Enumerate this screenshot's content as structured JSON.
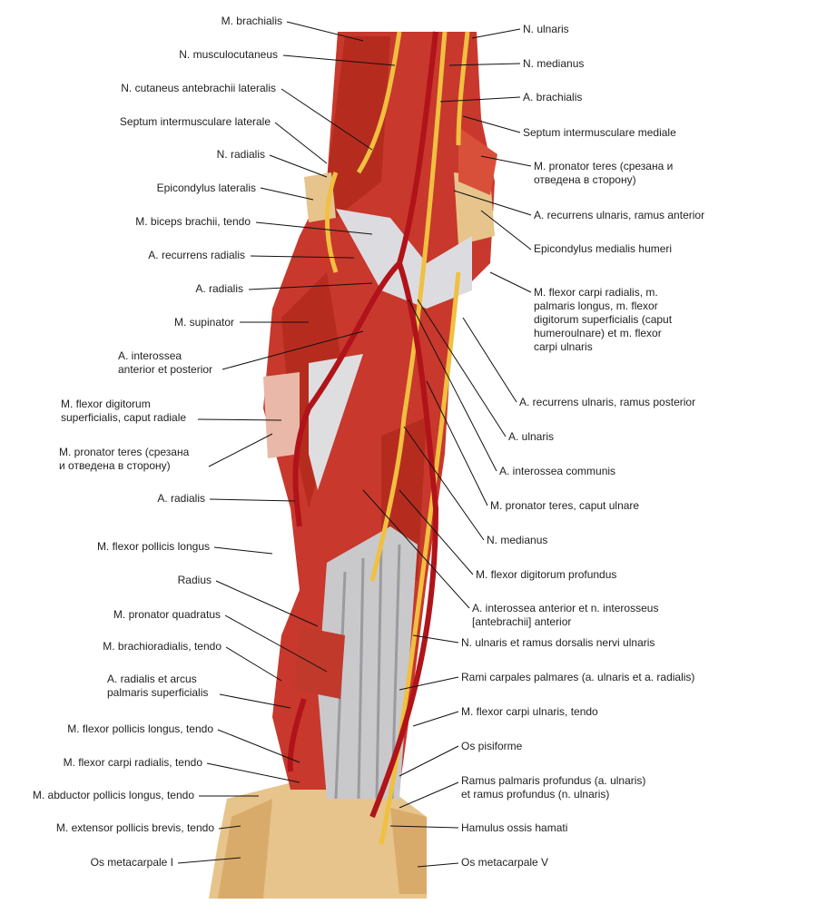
{
  "left_labels": [
    [
      "M. brachialis"
    ],
    [
      "N. musculocutaneus"
    ],
    [
      "N. cutaneus antebrachii lateralis"
    ],
    [
      "Septum intermusculare laterale"
    ],
    [
      "N. radialis"
    ],
    [
      "Epicondylus lateralis"
    ],
    [
      "M. biceps brachii, tendo"
    ],
    [
      "A. recurrens radialis"
    ],
    [
      "A. radialis"
    ],
    [
      "M. supinator"
    ],
    [
      "A. interossea",
      "anterior et posterior"
    ],
    [
      "M. flexor digitorum",
      "superficialis, caput radiale"
    ],
    [
      "M. pronator teres (срезана",
      "и отведена в сторону)"
    ],
    [
      "A. radialis"
    ],
    [
      "M. flexor pollicis longus"
    ],
    [
      "Radius"
    ],
    [
      "M. pronator quadratus"
    ],
    [
      "M. brachioradialis, tendo"
    ],
    [
      "A. radialis et arcus",
      "palmaris superficialis"
    ],
    [
      "M. flexor pollicis longus, tendo"
    ],
    [
      "M. flexor carpi radialis, tendo"
    ],
    [
      "M. abductor pollicis longus, tendo"
    ],
    [
      "M. extensor pollicis brevis, tendo"
    ],
    [
      "Os metacarpale I"
    ]
  ],
  "right_labels": [
    [
      "N. ulnaris"
    ],
    [
      "N. medianus"
    ],
    [
      "A. brachialis"
    ],
    [
      "Septum intermusculare mediale"
    ],
    [
      "M. pronator teres (срезана и",
      "отведена в сторону)"
    ],
    [
      "A. recurrens ulnaris, ramus anterior"
    ],
    [
      "Epicondylus medialis humeri"
    ],
    [
      "M. flexor carpi radialis, m.",
      "palmaris longus, m. flexor",
      "digitorum superficialis (caput",
      "humeroulnare) et m. flexor",
      "carpi ulnaris"
    ],
    [
      "A. recurrens ulnaris, ramus posterior"
    ],
    [
      "A. ulnaris"
    ],
    [
      "A. interossea communis"
    ],
    [
      "M. pronator teres, caput ulnare"
    ],
    [
      "N. medianus"
    ],
    [
      "M. flexor digitorum profundus"
    ],
    [
      "A. interossea anterior et n. interosseus",
      "[antebrachii] anterior"
    ],
    [
      "N. ulnaris et ramus dorsalis nervi ulnaris"
    ],
    [
      "Rami carpales palmares (a. ulnaris et a. radialis)"
    ],
    [
      "M. flexor carpi ulnaris, tendo"
    ],
    [
      "Os pisiforme"
    ],
    [
      "Ramus palmaris profundus (a. ulnaris)",
      "et ramus profundus (n. ulnaris)"
    ],
    [
      "Hamulus ossis hamati"
    ],
    [
      "Os metacarpale V"
    ]
  ],
  "colors": {
    "muscle": "#c8382c",
    "muscle_dark": "#9e2218",
    "tendon": "#c9c9cc",
    "nerve": "#f0c040",
    "artery": "#b0141a",
    "bone": "#e8c890"
  }
}
